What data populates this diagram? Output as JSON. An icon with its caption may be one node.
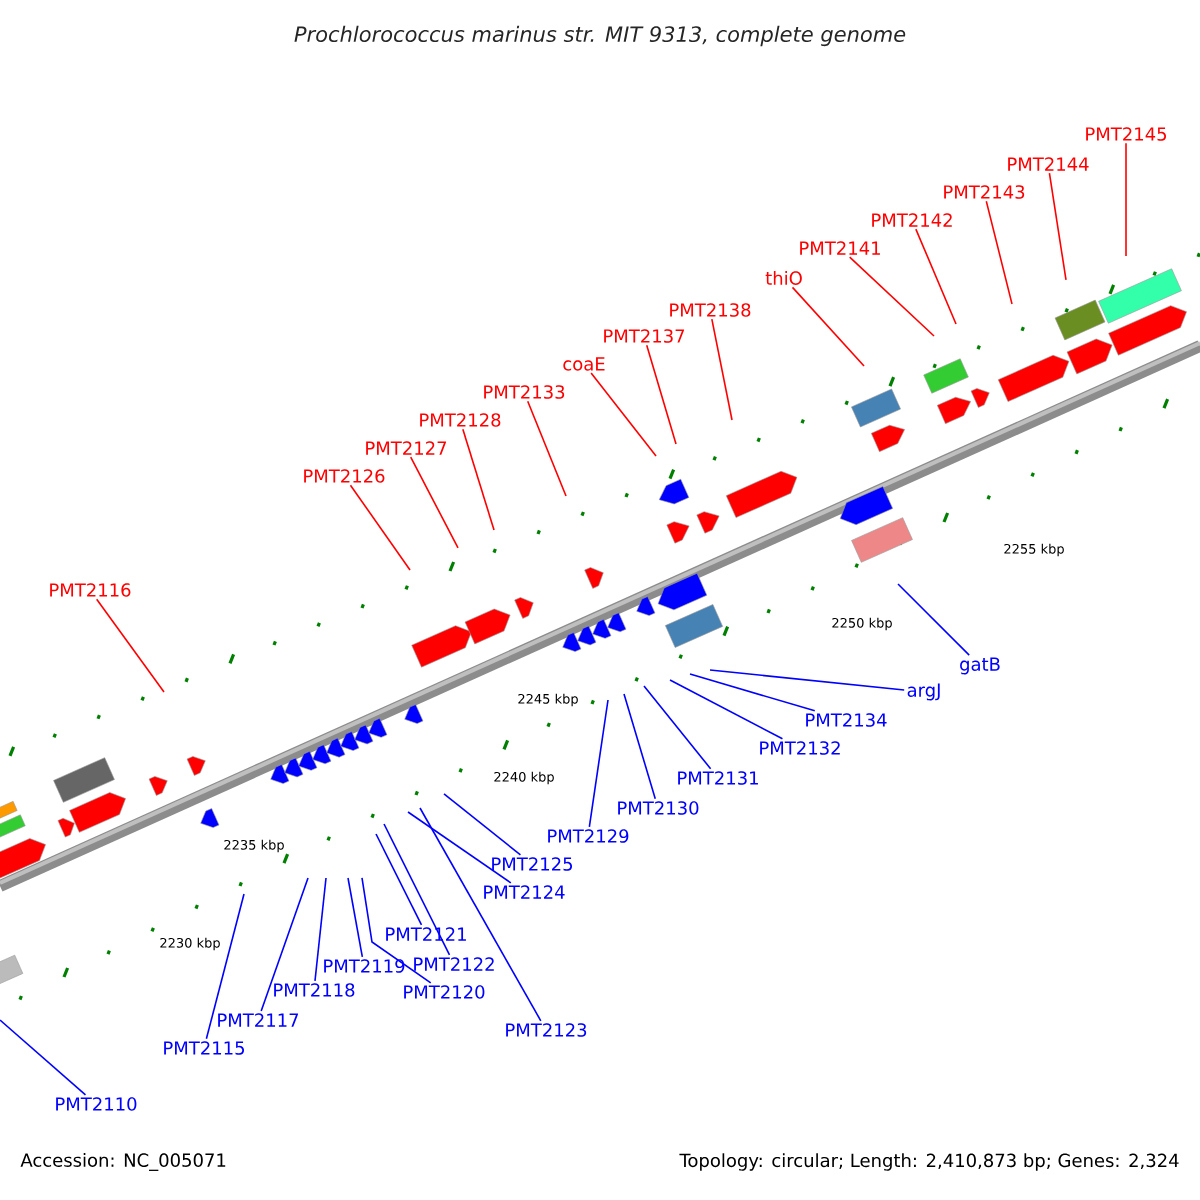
{
  "diagram": {
    "title": "Prochlorococcus marinus str. MIT 9313, complete genome",
    "nodes": [
      {
        "text": [
          "PMT2145"
        ]
      },
      {
        "text": [
          "PMT2144"
        ]
      },
      {
        "text": [
          "PMT2143"
        ]
      },
      {
        "text": [
          "PMT2142"
        ]
      },
      {
        "text": [
          "PMT2141"
        ]
      },
      {
        "text": [
          "thiO"
        ]
      },
      {
        "text": [
          "PMT2138"
        ]
      },
      {
        "text": [
          "PMT2137"
        ]
      },
      {
        "text": [
          "coaE"
        ]
      },
      {
        "text": [
          "PMT2133"
        ]
      },
      {
        "text": [
          "PMT2128"
        ]
      },
      {
        "text": [
          "PMT2127"
        ]
      },
      {
        "text": [
          "PMT2126"
        ]
      },
      {
        "text": [
          "PMT2116"
        ]
      },
      {
        "text": [
          "gatB"
        ]
      },
      {
        "text": [
          "argJ"
        ]
      },
      {
        "text": [
          "PMT2134"
        ]
      },
      {
        "text": [
          "PMT2132"
        ]
      },
      {
        "text": [
          "PMT2131"
        ]
      },
      {
        "text": [
          "PMT2130"
        ]
      },
      {
        "text": [
          "PMT2129"
        ]
      },
      {
        "text": [
          "PMT2125"
        ]
      },
      {
        "text": [
          "PMT2124"
        ]
      },
      {
        "text": [
          "PMT2121"
        ]
      },
      {
        "text": [
          "PMT2122"
        ]
      },
      {
        "text": [
          "PMT2119"
        ]
      },
      {
        "text": [
          "PMT2118"
        ]
      },
      {
        "text": [
          "PMT2120"
        ]
      },
      {
        "text": [
          "PMT2117"
        ]
      },
      {
        "text": [
          "PMT2123"
        ]
      },
      {
        "text": [
          "PMT2115"
        ]
      },
      {
        "text": [
          "PMT2110"
        ]
      }
    ],
    "edges": [
      {
        "from": 0,
        "to": null,
        "arrow": "none",
        "color": "#ff0000"
      },
      {
        "from": 1,
        "to": null,
        "arrow": "none",
        "color": "#ff0000"
      },
      {
        "from": 2,
        "to": null,
        "arrow": "none",
        "color": "#ff0000"
      },
      {
        "from": 3,
        "to": null,
        "arrow": "none",
        "color": "#ff0000"
      },
      {
        "from": 4,
        "to": null,
        "arrow": "none",
        "color": "#ff0000"
      },
      {
        "from": 5,
        "to": null,
        "arrow": "none",
        "color": "#ff0000"
      },
      {
        "from": 6,
        "to": null,
        "arrow": "none",
        "color": "#ff0000"
      },
      {
        "from": 7,
        "to": null,
        "arrow": "none",
        "color": "#ff0000"
      },
      {
        "from": 8,
        "to": null,
        "arrow": "none",
        "color": "#ff0000"
      },
      {
        "from": 9,
        "to": null,
        "arrow": "none",
        "color": "#ff0000"
      },
      {
        "from": 10,
        "to": null,
        "arrow": "none",
        "color": "#ff0000"
      },
      {
        "from": 11,
        "to": null,
        "arrow": "none",
        "color": "#ff0000"
      },
      {
        "from": 12,
        "to": null,
        "arrow": "none",
        "color": "#ff0000"
      },
      {
        "from": 13,
        "to": null,
        "arrow": "none",
        "color": "#ff0000"
      },
      {
        "from": 14,
        "to": null,
        "arrow": "none"
      },
      {
        "from": 15,
        "to": null,
        "arrow": "none"
      },
      {
        "from": 16,
        "to": null,
        "arrow": "none"
      },
      {
        "from": 17,
        "to": null,
        "arrow": "none"
      },
      {
        "from": 18,
        "to": null,
        "arrow": "none"
      },
      {
        "from": 19,
        "to": null,
        "arrow": "none"
      },
      {
        "from": 20,
        "to": null,
        "arrow": "none"
      },
      {
        "from": 21,
        "to": null,
        "arrow": "none"
      },
      {
        "from": 22,
        "to": null,
        "arrow": "none"
      },
      {
        "from": 23,
        "to": null,
        "arrow": "none"
      },
      {
        "from": 24,
        "to": null,
        "arrow": "none"
      },
      {
        "from": 25,
        "to": null,
        "arrow": "none"
      },
      {
        "from": 26,
        "to": null,
        "arrow": "none"
      },
      {
        "from": 27,
        "to": null,
        "arrow": "none"
      },
      {
        "from": 28,
        "to": null,
        "arrow": "none"
      },
      {
        "from": 29,
        "to": null,
        "arrow": "none"
      },
      {
        "from": 30,
        "to": null,
        "arrow": "none"
      },
      {
        "from": 31,
        "to": null,
        "arrow": "none"
      }
    ],
    "labels": [
      "2255 kbp",
      "2250 kbp",
      "2245 kbp",
      "2240 kbp",
      "2235 kbp",
      "2230 kbp",
      "Accession: NC_005071",
      "Topology: circular; Length: 2,410,873 bp; Genes: 2,324"
    ]
  }
}
